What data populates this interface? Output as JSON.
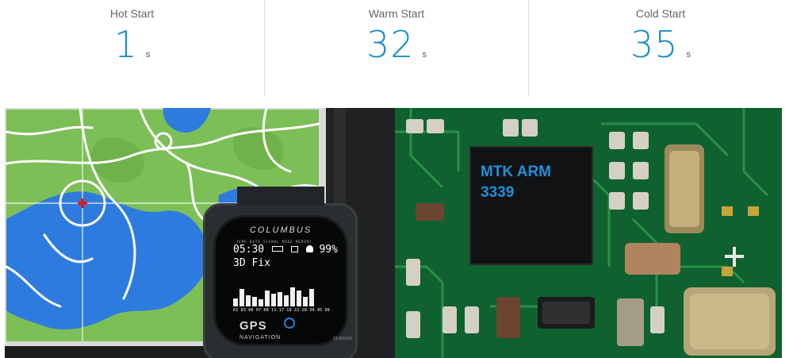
{
  "stats": [
    {
      "label": "Hot Start",
      "value": "1",
      "unit": "s"
    },
    {
      "label": "Warm Start",
      "value": "32",
      "unit": "s"
    },
    {
      "label": "Cold Start",
      "value": "35",
      "unit": "s"
    }
  ],
  "watch": {
    "brand": "COLUMBUS",
    "header_labels": "TIME    BATT   SIGNAL  MODE  MEMORY",
    "time_line": "05:30",
    "battery_pct": "99%",
    "fix_line": "3D Fix",
    "sat_ticks": "01 03 06 07 08 11 17 19 22 28 30 45 99",
    "gps_label": "GPS",
    "nav_label": "NAVIGATION",
    "sensor_label": "SENSOR"
  },
  "chip": {
    "label": "MTK ARM\n3339"
  }
}
